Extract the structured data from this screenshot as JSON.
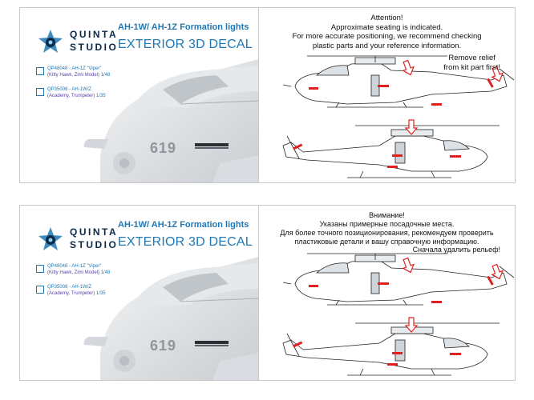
{
  "brand": {
    "line1": "QUINTA",
    "line2": "STUDIO"
  },
  "colors": {
    "accent": "#1f78b4",
    "navy": "#0b2a4a",
    "model": "#5b3fa8",
    "arrow": "#e02020",
    "light": "#e02020"
  },
  "sheets": [
    {
      "heli_title": "AH-1W/ AH-1Z Formation lights",
      "ext_title": "EXTERIOR 3D DECAL",
      "products": [
        {
          "code": "QP48048 - AH-1Z \"Viper\"",
          "model": "(Kitty Hawk, Zimi Model)",
          "scale": "1/48"
        },
        {
          "code": "QP35008 - AH-1W/Z",
          "model": "(Academy, Trumpeter)",
          "scale": "1/35"
        }
      ],
      "nose_number": "619",
      "note_lines": [
        "Attention!",
        "Approximate seating is indicated.",
        "For more accurate positioning, we recommend checking",
        "plastic parts and your reference information."
      ],
      "remove_lines": [
        "Remove relief",
        "from kit part first!"
      ]
    },
    {
      "heli_title": "AH-1W/ AH-1Z Formation lights",
      "ext_title": "EXTERIOR 3D DECAL",
      "products": [
        {
          "code": "QP48048 - AH-1Z \"Viper\"",
          "model": "(Kitty Hawk, Zimi Model)",
          "scale": "1/48"
        },
        {
          "code": "QP35008 - AH-1W/Z",
          "model": "(Academy, Trumpeter)",
          "scale": "1/35"
        }
      ],
      "nose_number": "619",
      "note_lines": [
        "Внимание!",
        "Указаны примерные посадочные места.",
        "Для более точного позиционирования, рекомендуем проверить",
        "пластиковые детали и вашу справочную информацию."
      ],
      "remove_lines": [
        "Сначала удалить рельеф!"
      ]
    }
  ]
}
